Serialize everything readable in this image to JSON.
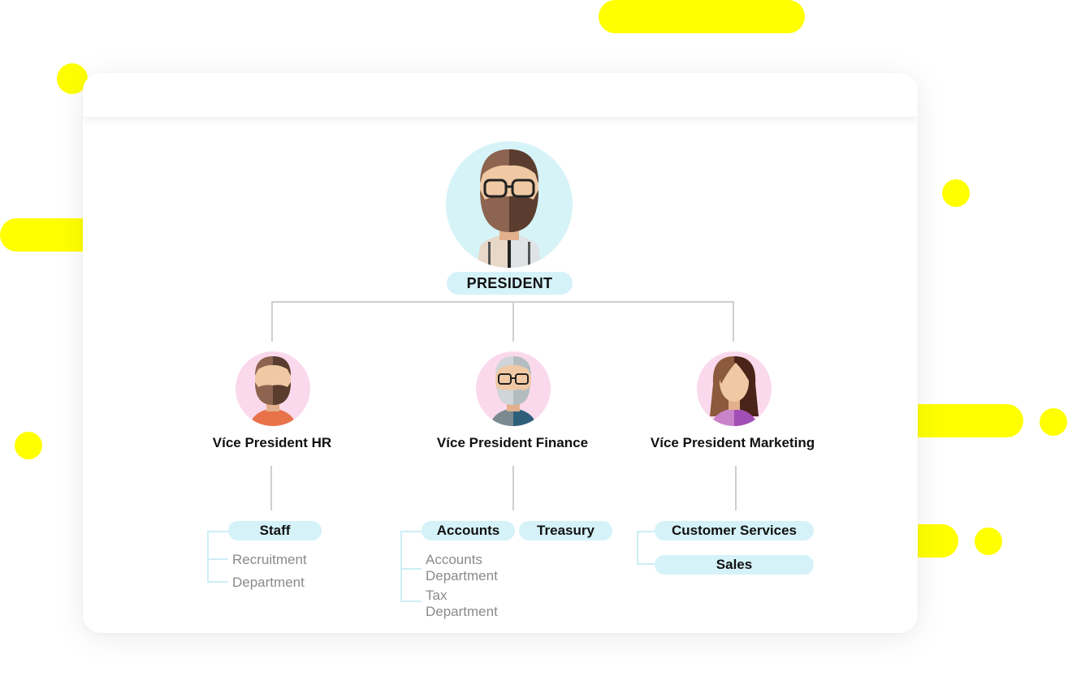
{
  "president": {
    "label": "PRESIDENT"
  },
  "vice_presidents": [
    {
      "title": "Více President HR",
      "departments": [
        "Staff"
      ],
      "sub_items": [
        "Recruitment",
        "Department"
      ]
    },
    {
      "title": "Více President Finance",
      "departments": [
        "Accounts",
        "Treasury"
      ],
      "sub_items": [
        "Accounts\nDepartment",
        "Tax\nDepartment"
      ]
    },
    {
      "title": "Více President Marketing",
      "departments": [
        "Customer Services",
        "Sales"
      ],
      "sub_items": []
    }
  ],
  "colors": {
    "accent": "#ffff00",
    "tag_bg": "#d5f2f9",
    "president_avatar_bg": "#d6f3f8",
    "vp_avatar_bg": "#fbd9ec",
    "connector": "#cfcfcf"
  },
  "icons": [
    "bearded-man-glasses-avatar",
    "bearded-man-avatar",
    "older-man-glasses-avatar",
    "woman-avatar"
  ]
}
